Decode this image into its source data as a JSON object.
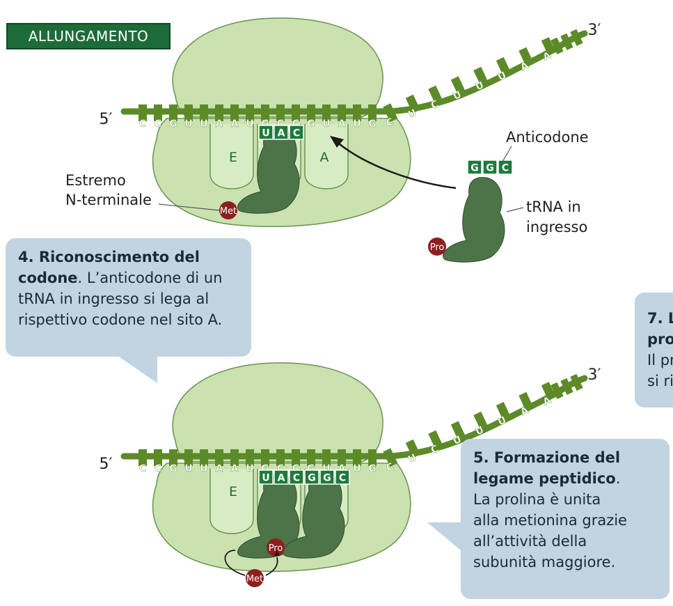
{
  "title": "ALLUNGAMENTO",
  "colors": {
    "ribosome": "#c9e2b0",
    "ribosome_stroke": "#6c9150",
    "mrna": "#5c8a28",
    "codon_box": "#1e7a3c",
    "trna": "#4c7448",
    "amino_acid": "#8e1e1e",
    "bubble": "#c2d3e1",
    "title_bg": "#1e6b3a"
  },
  "top_panel": {
    "five_prime": "5′",
    "three_prime": "3′",
    "mrna_bases": [
      "C",
      "C",
      "G",
      "U",
      "U",
      "A",
      "A",
      "U",
      "G",
      "C",
      "C",
      "G",
      "U",
      "A",
      "U",
      "G",
      "C",
      "U",
      "C",
      "U",
      "U",
      "U",
      "A",
      "A"
    ],
    "site_e": "E",
    "site_a": "A",
    "anticodon_p": [
      "U",
      "A",
      "C"
    ],
    "incoming_anticodon": [
      "G",
      "G",
      "C"
    ],
    "amino_met": "Met",
    "amino_pro": "Pro",
    "label_anticodone": "Anticodone",
    "label_estremo_1": "Estremo",
    "label_estremo_2": "N-terminale",
    "label_trna_1": "tRNA in",
    "label_trna_2": "ingresso"
  },
  "bottom_panel": {
    "five_prime": "5′",
    "three_prime": "3′",
    "site_e": "E",
    "anticodon_p": [
      "U",
      "A",
      "C"
    ],
    "anticodon_a": [
      "G",
      "G",
      "C"
    ],
    "amino_met": "Met",
    "amino_pro": "Pro"
  },
  "step4": {
    "bold_1": "4. Riconoscimento del",
    "bold_2": "codone",
    "rest_2": ". L’anticodone di un",
    "line_3": "tRNA in ingresso si lega al",
    "line_4": "rispettivo codone nel sito A."
  },
  "step5": {
    "bold_1": "5. Formazione del",
    "bold_2": "legame peptidico",
    "rest_2": ".",
    "line_3": "La prolina è unita",
    "line_4": "alla metionina grazie",
    "line_5": "all’attività della",
    "line_6": "subunità maggiore."
  },
  "step7": {
    "bold_1": "7. L",
    "bold_2": "pro",
    "line_3": "Il pr",
    "line_4": "si ri"
  }
}
